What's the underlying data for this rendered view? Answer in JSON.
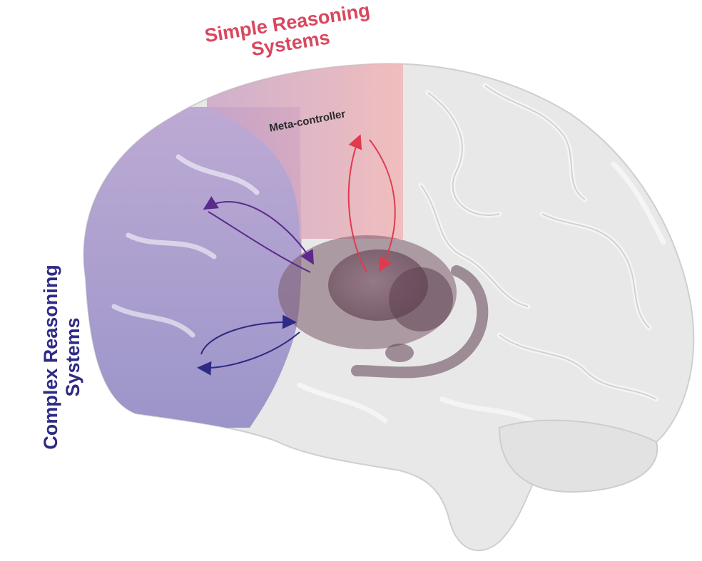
{
  "labels": {
    "simple_reasoning": "Simple Reasoning Systems",
    "complex_reasoning": "Complex Reasoning Systems",
    "meta_controller": "Meta-controller"
  },
  "colors": {
    "simple": "#d9475e",
    "complex": "#2e2a85",
    "purple_arrow": "#5b2a8c",
    "red_arrow": "#e03a4e",
    "brain": "#e6e6e6",
    "subcortical": "#6e4a5c"
  }
}
